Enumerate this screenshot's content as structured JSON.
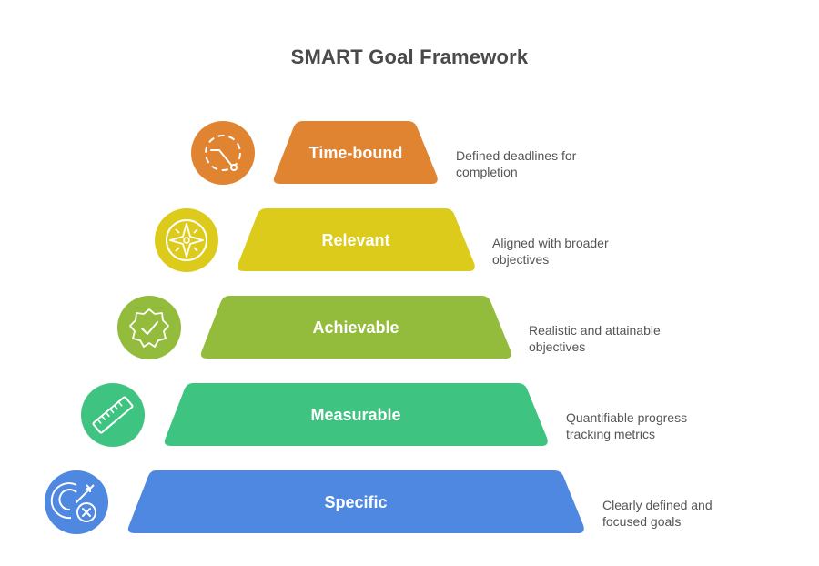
{
  "title": "SMART Goal Framework",
  "tiers": [
    {
      "label": "Time-bound",
      "description_line1": "Defined deadlines for",
      "description_line2": "completion",
      "color": "#E08432",
      "icon": "clock-icon"
    },
    {
      "label": "Relevant",
      "description_line1": "Aligned with broader",
      "description_line2": "objectives",
      "color": "#DDCB1C",
      "icon": "compass-icon"
    },
    {
      "label": "Achievable",
      "description_line1": "Realistic and attainable",
      "description_line2": "objectives",
      "color": "#93BB3C",
      "icon": "badge-check-icon"
    },
    {
      "label": "Measurable",
      "description_line1": "Quantifiable progress",
      "description_line2": "tracking metrics",
      "color": "#3FC380",
      "icon": "ruler-icon"
    },
    {
      "label": "Specific",
      "description_line1": "Clearly defined and",
      "description_line2": "focused goals",
      "color": "#4F88E1",
      "icon": "target-icon"
    }
  ]
}
